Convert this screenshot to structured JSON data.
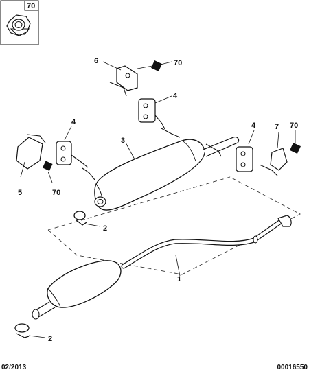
{
  "callouts": {
    "nut_ref": "70",
    "hanger_upper": "6",
    "hanger_upper_ref": "70",
    "rubber_mount_center": "4",
    "rear_silencer": "3",
    "rubber_mount_left": "4",
    "bracket_left": "5",
    "bracket_left_ref": "70",
    "rubber_mount_right": "4",
    "hanger_right": "7",
    "hanger_right_ref": "70",
    "clamp_upper": "2",
    "front_pipe": "1",
    "clamp_lower": "2"
  },
  "footer": {
    "date": "02/2013",
    "ref": "00016550"
  }
}
